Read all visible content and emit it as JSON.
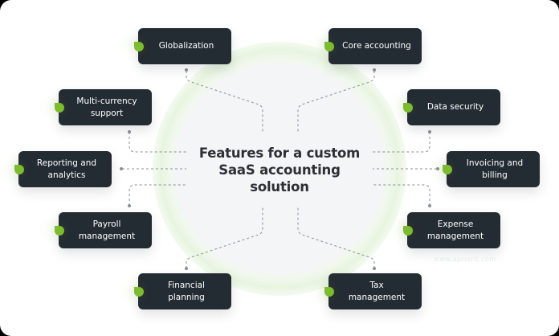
{
  "center": {
    "title_line1": "Features for a custom",
    "title_line2": "SaaS accounting",
    "title_line3": "solution"
  },
  "features": [
    {
      "id": "globalization",
      "line1": "Globalization",
      "line2": ""
    },
    {
      "id": "core-accounting",
      "line1": "Core accounting",
      "line2": ""
    },
    {
      "id": "multi-currency",
      "line1": "Multi-currency",
      "line2": "support"
    },
    {
      "id": "data-security",
      "line1": "Data security",
      "line2": ""
    },
    {
      "id": "reporting",
      "line1": "Reporting and",
      "line2": "analytics"
    },
    {
      "id": "invoicing",
      "line1": "Invoicing and",
      "line2": "billing"
    },
    {
      "id": "payroll",
      "line1": "Payroll",
      "line2": "management"
    },
    {
      "id": "expense",
      "line1": "Expense",
      "line2": "management"
    },
    {
      "id": "financial-planning",
      "line1": "Financial",
      "line2": "planning"
    },
    {
      "id": "tax",
      "line1": "Tax",
      "line2": "management"
    }
  ],
  "icons": {
    "node_marker": "leaf-icon"
  },
  "colors": {
    "node_bg": "#242c33",
    "node_text": "#ffffff",
    "leaf": "#7dbb2f",
    "connector": "#8a8f94",
    "center_text": "#2c3034",
    "disk": "#f3f5f6"
  },
  "watermark": "www.apriorit.com"
}
